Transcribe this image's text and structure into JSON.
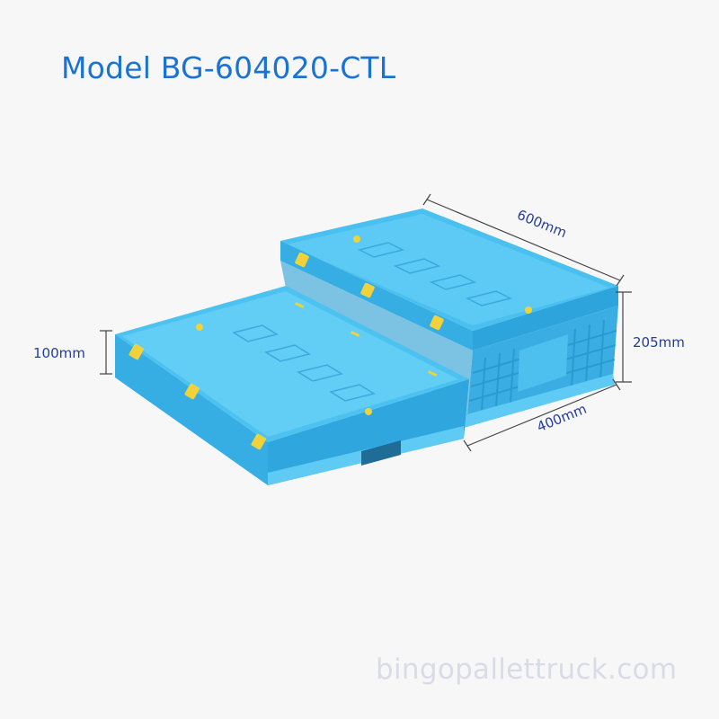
{
  "title": "Model BG-604020-CTL",
  "watermark": "bingopallettruck.com",
  "product": {
    "name": "foldable-crate",
    "color": "#3db8ec",
    "latch_color": "#f2d23a"
  },
  "dimensions": {
    "length": "600mm",
    "width": "400mm",
    "height_assembled": "205mm",
    "height_folded": "100mm"
  },
  "colors": {
    "title": "#1a73d3",
    "dimension_text": "#243c9a",
    "watermark": "#d9dce6",
    "background": "#f7f7f8"
  }
}
